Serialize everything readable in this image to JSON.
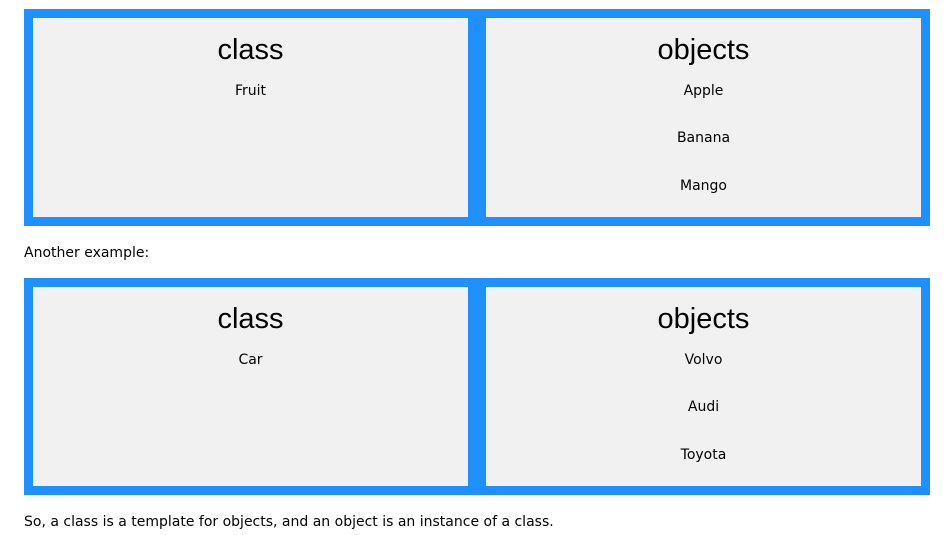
{
  "example1": {
    "class_heading": "class",
    "objects_heading": "objects",
    "class_items": [
      "Fruit"
    ],
    "object_items": [
      "Apple",
      "Banana",
      "Mango"
    ]
  },
  "intro_text": "Another example:",
  "example2": {
    "class_heading": "class",
    "objects_heading": "objects",
    "class_items": [
      "Car"
    ],
    "object_items": [
      "Volvo",
      "Audi",
      "Toyota"
    ]
  },
  "summary_text": "So, a class is a template for objects, and an object is an instance of a class.",
  "colors": {
    "panel_border": "#1e90ff",
    "box_background": "#f1f1f1"
  }
}
